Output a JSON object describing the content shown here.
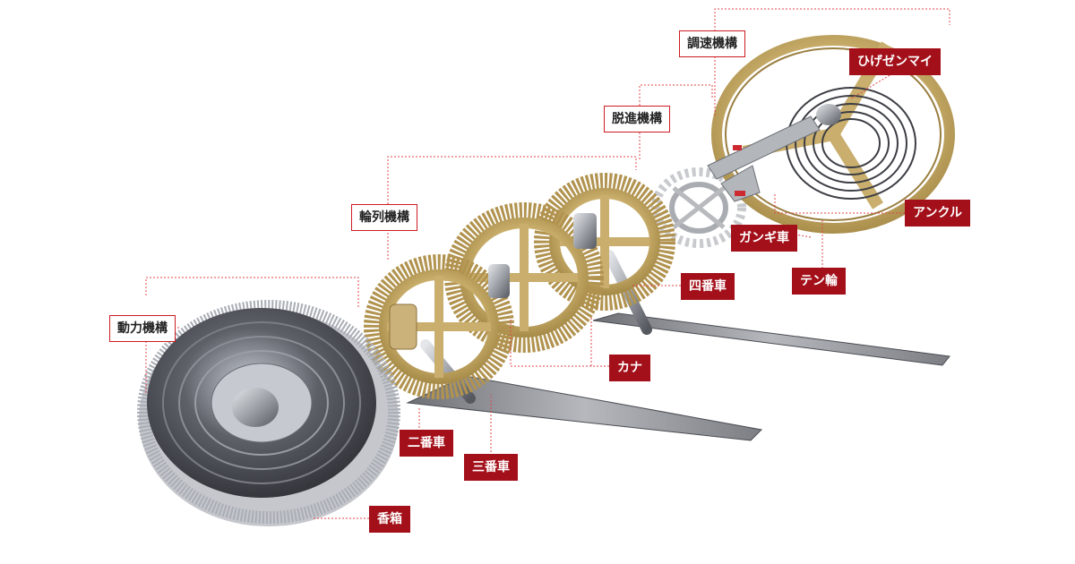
{
  "colors": {
    "leader": "#e0454b",
    "box_border": "#cc1c22",
    "box_fill": "#a3101a",
    "brass": "#c9ae6d",
    "steel": "#8f9298"
  },
  "groups": {
    "power": "動力機構",
    "gear_train": "輪列機構",
    "escapement": "脱進機構",
    "regulator": "調速機構"
  },
  "parts": {
    "hairspring": "ひげゼンマイ",
    "pallet": "アンクル",
    "escape_wheel": "ガンギ車",
    "balance_wheel": "テン輪",
    "fourth_wheel": "四番車",
    "pinion": "カナ",
    "second_wheel": "二番車",
    "third_wheel": "三番車",
    "barrel": "香箱"
  }
}
